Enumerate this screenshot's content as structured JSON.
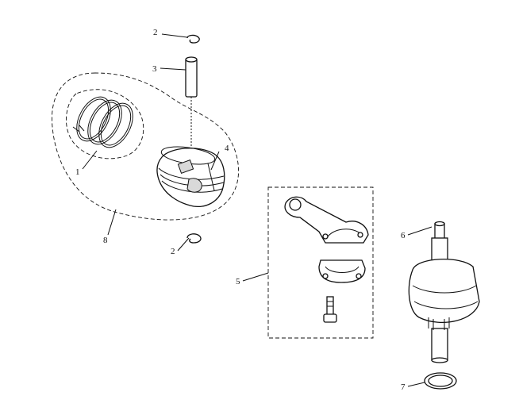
{
  "diagram": {
    "callouts": {
      "piston_ring_set": "1",
      "circlip_top": "2",
      "piston_pin": "3",
      "piston": "4",
      "connecting_rod": "5",
      "crankshaft": "6",
      "washer": "7",
      "piston_assembly": "8",
      "circlip_bottom": "2"
    }
  }
}
